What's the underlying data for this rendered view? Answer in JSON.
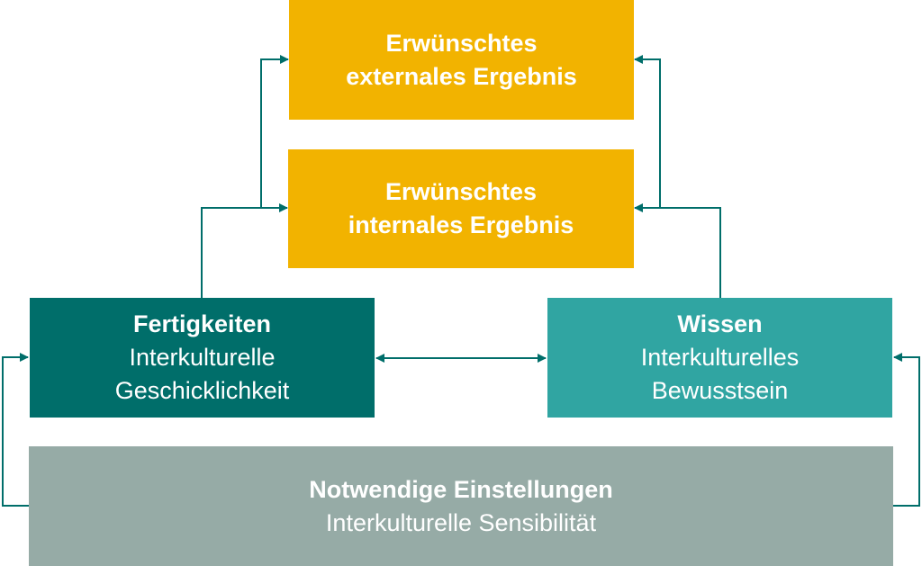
{
  "colors": {
    "outcome": "#F2B300",
    "skills": "#006E6A",
    "knowledge": "#30A5A2",
    "attitudes": "#96ABA6",
    "connector": "#006E6A"
  },
  "boxes": {
    "external": {
      "line1": "Erwünschtes",
      "line2": "externales Ergebnis"
    },
    "internal": {
      "line1": "Erwünschtes",
      "line2": "internales Ergebnis"
    },
    "skills": {
      "title": "Fertigkeiten",
      "line1": "Interkulturelle",
      "line2": "Geschicklichkeit"
    },
    "knowledge": {
      "title": "Wissen",
      "line1": "Interkulturelles",
      "line2": "Bewusstsein"
    },
    "attitudes": {
      "title": "Notwendige Einstellungen",
      "line1": "Interkulturelle Sensibilität"
    }
  }
}
